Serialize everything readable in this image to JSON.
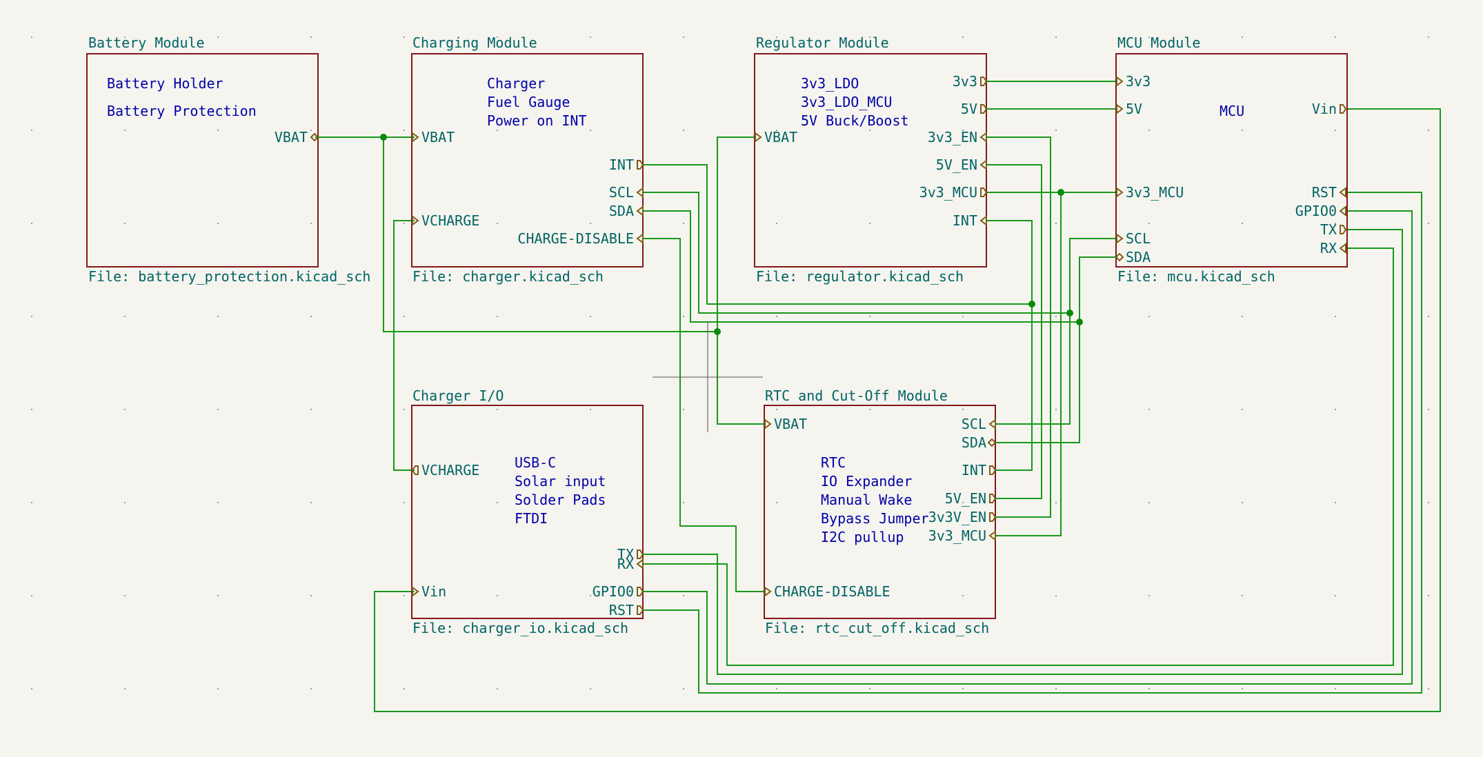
{
  "modules": {
    "battery": {
      "title": "Battery Module",
      "desc": [
        "Battery Holder",
        "Battery Protection"
      ],
      "file": "File: battery_protection.kicad_sch",
      "pins": [
        "VBAT"
      ]
    },
    "charging": {
      "title": "Charging Module",
      "desc": [
        "Charger",
        "Fuel Gauge",
        "Power on INT"
      ],
      "file": "File: charger.kicad_sch",
      "pins": [
        "VBAT",
        "VCHARGE",
        "INT",
        "SCL",
        "SDA",
        "CHARGE-DISABLE"
      ]
    },
    "regulator": {
      "title": "Regulator Module",
      "desc": [
        "3v3_LDO",
        "3v3_LDO_MCU",
        "5V Buck/Boost"
      ],
      "file": "File: regulator.kicad_sch",
      "pins": [
        "VBAT",
        "3v3",
        "5V",
        "3v3_EN",
        "5V_EN",
        "3v3_MCU",
        "INT"
      ]
    },
    "mcu": {
      "title": "MCU Module",
      "desc": [
        "MCU"
      ],
      "file": "File: mcu.kicad_sch",
      "pins": [
        "3v3",
        "5V",
        "3v3_MCU",
        "SCL",
        "SDA",
        "Vin",
        "RST",
        "GPIO0",
        "TX",
        "RX"
      ]
    },
    "charger_io": {
      "title": "Charger I/O",
      "desc": [
        "USB-C",
        "Solar input",
        "Solder Pads",
        "FTDI"
      ],
      "file": "File: charger_io.kicad_sch",
      "pins": [
        "VCHARGE",
        "Vin",
        "TX",
        "RX",
        "GPIO0",
        "RST"
      ]
    },
    "rtc": {
      "title": "RTC and Cut-Off Module",
      "desc": [
        "RTC",
        "IO Expander",
        "Manual Wake",
        "Bypass Jumper",
        "I2C pullup"
      ],
      "file": "File: rtc_cut_off.kicad_sch",
      "pins": [
        "VBAT",
        "CHARGE-DISABLE",
        "SCL",
        "SDA",
        "INT",
        "5V_EN",
        "3v3V_EN",
        "3v3_MCU"
      ]
    }
  },
  "colors": {
    "background": "#f5f4ef",
    "sheet_border": "#841818",
    "wire": "#189818",
    "label": "#006464",
    "description": "#0000a8"
  }
}
